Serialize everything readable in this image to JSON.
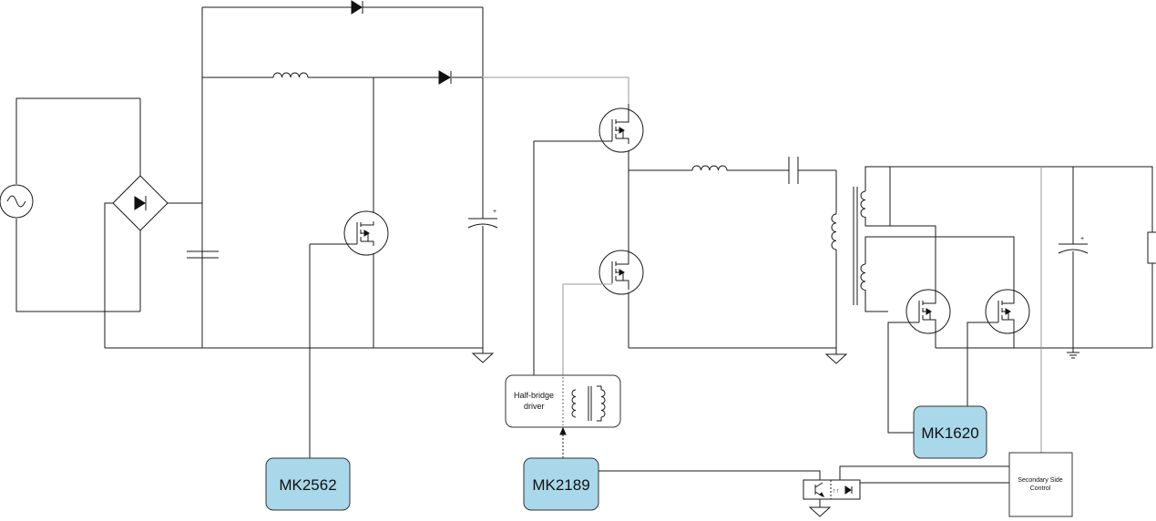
{
  "diagram": {
    "colors": {
      "wire": "#1a1a1a",
      "wire_light": "#9a9a9a",
      "chip_fill": "#a9d8ea",
      "chip_stroke": "#333333",
      "box_stroke": "#333333"
    },
    "chips": {
      "mk2562": "MK2562",
      "mk2189": "MK2189",
      "mk1620": "MK1620"
    },
    "driver": {
      "line1": "Half-bridge",
      "line2": "driver"
    },
    "control": {
      "line1": "Secondary Side",
      "line2": "Control"
    },
    "optocoupler": {
      "marks": "↑↑"
    },
    "polarity": {
      "plus": "+"
    }
  }
}
